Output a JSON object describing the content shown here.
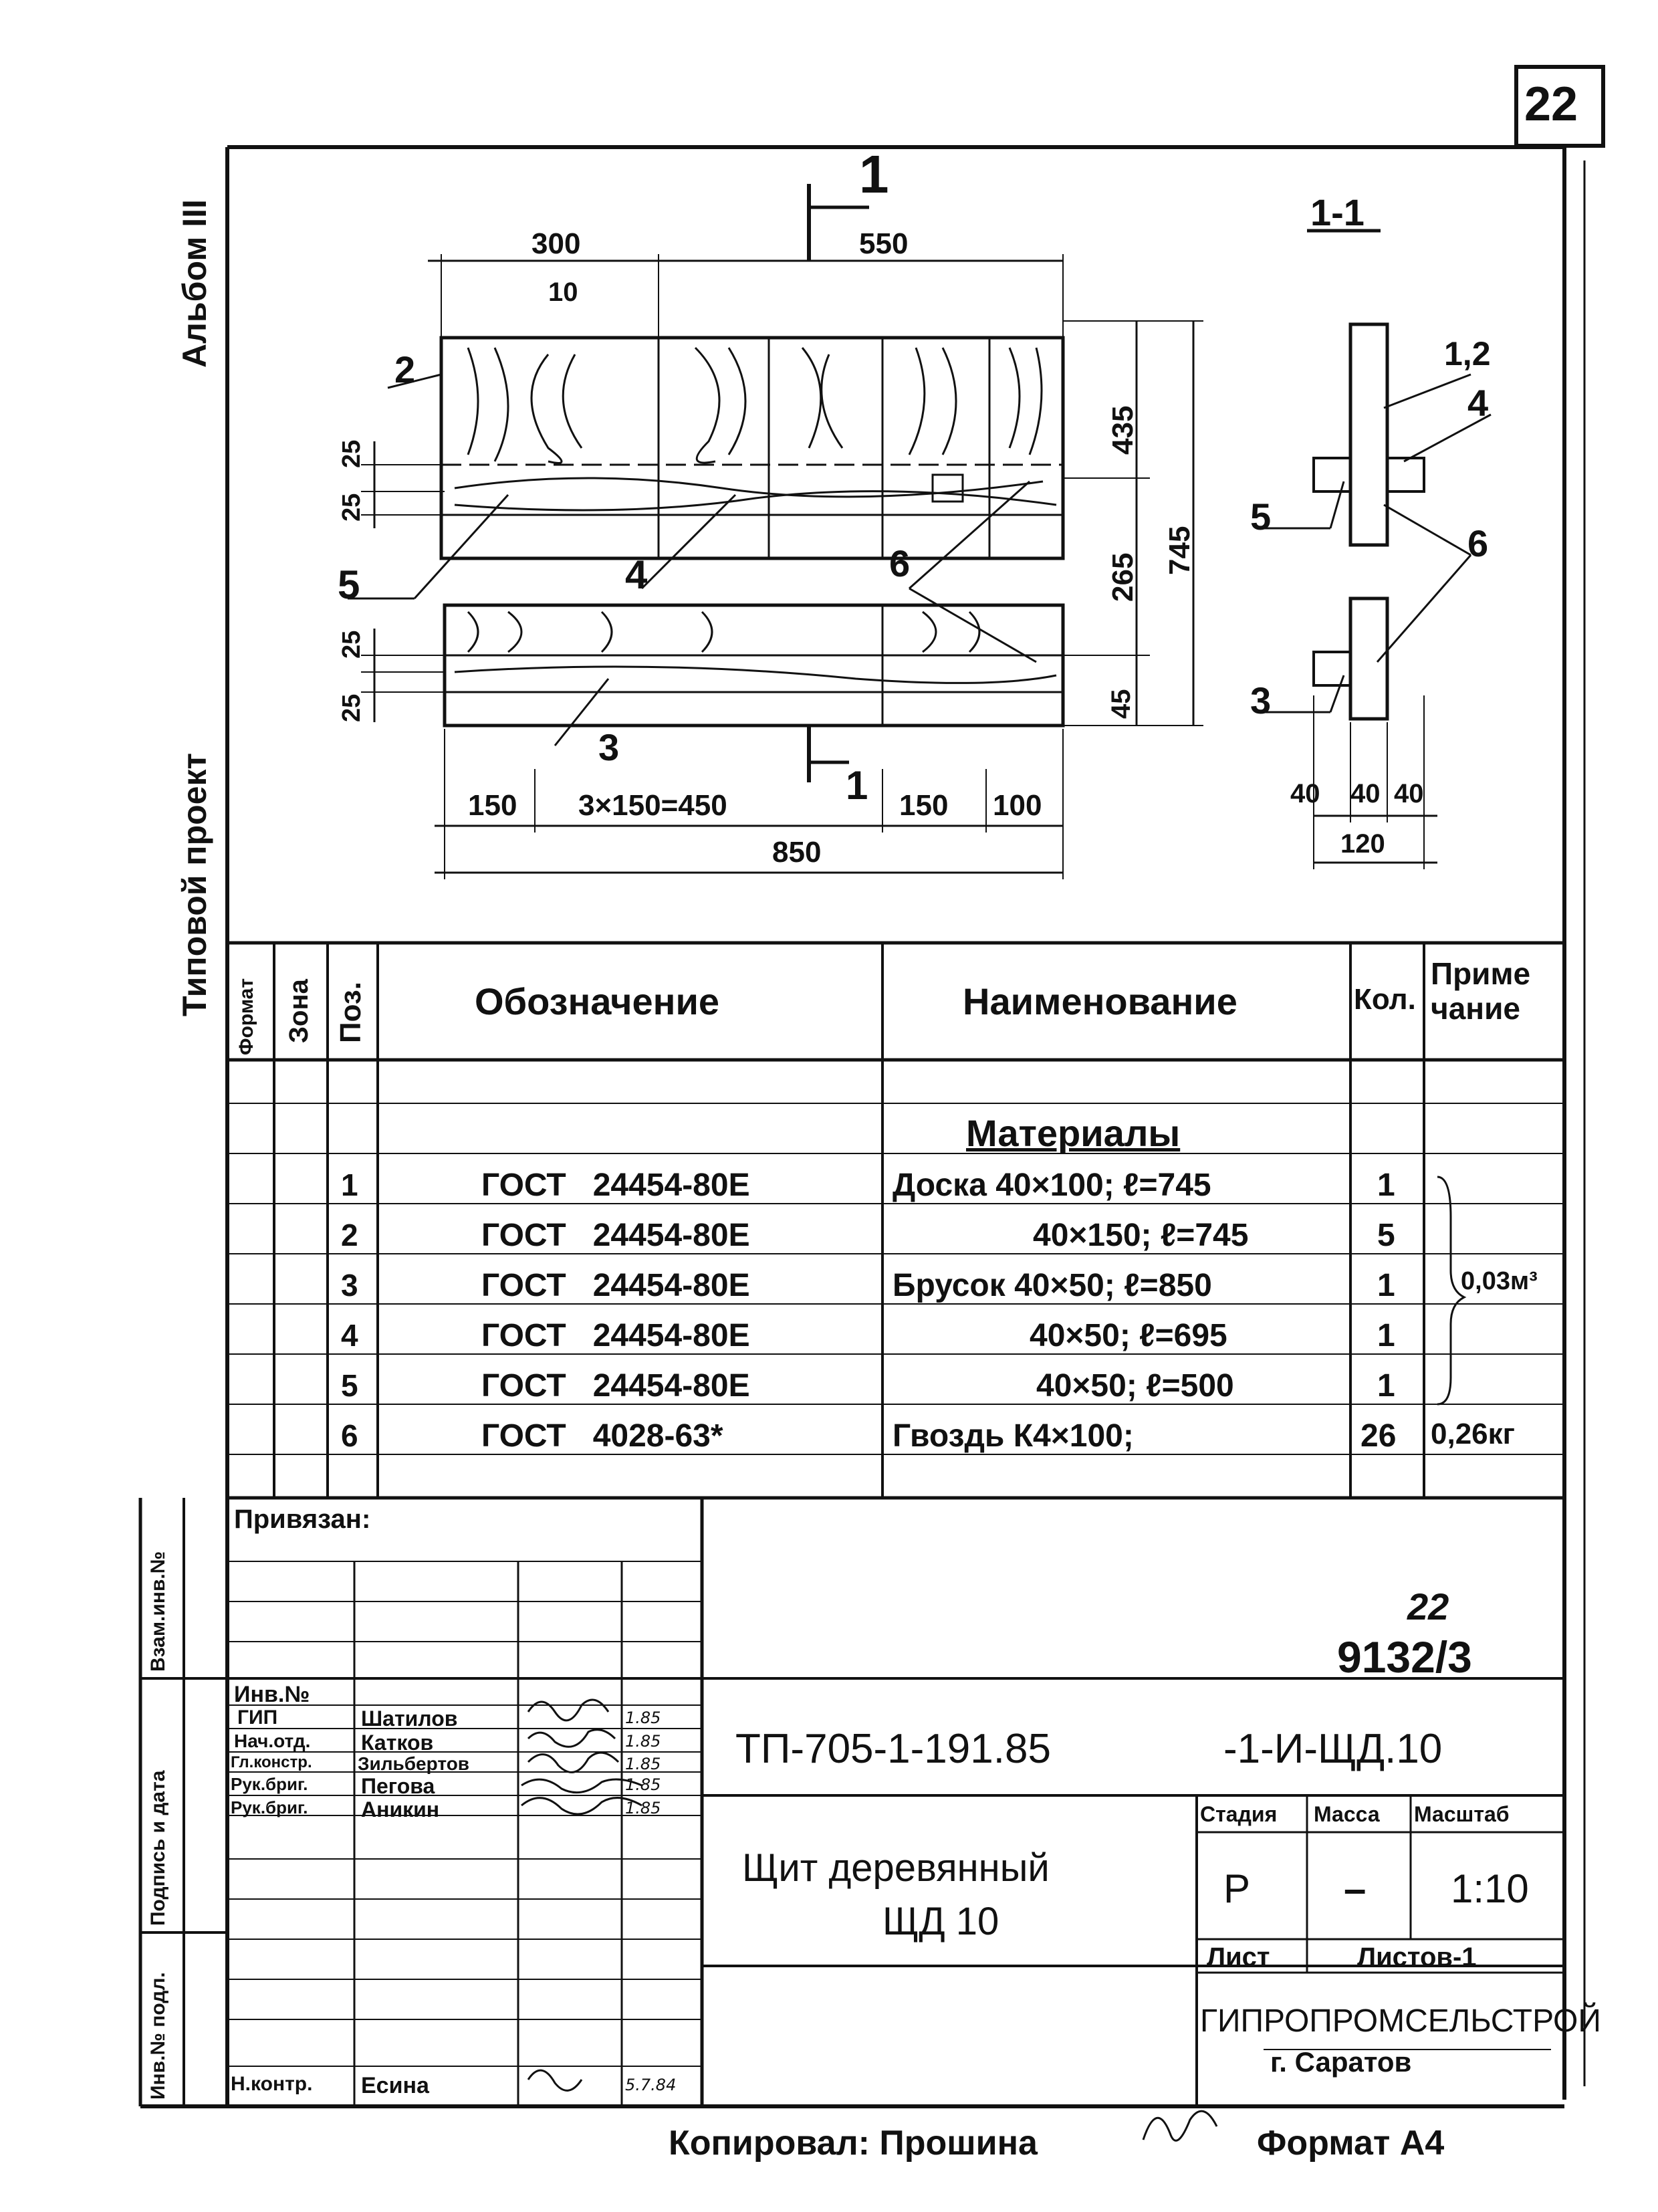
{
  "sheet_no": "22",
  "side": {
    "album": "Альбом III",
    "project": "Типовой проект"
  },
  "drawing": {
    "section_title": "1-1",
    "cut_label_top": "1",
    "cut_label_bottom": "1",
    "dims": {
      "d300": "300",
      "d10": "10",
      "d550": "550",
      "d435": "435",
      "d265": "265",
      "d745": "745",
      "d45": "45",
      "d25a": "25",
      "d25b": "25",
      "d25c": "25",
      "d25d": "25",
      "d150a": "150",
      "d3x150": "3×150=450",
      "d150b": "150",
      "d100": "100",
      "d850": "850",
      "s40a": "40",
      "s40b": "40",
      "s40c": "40",
      "s120": "120"
    },
    "callouts": {
      "p2": "2",
      "p5": "5",
      "p4": "4",
      "p6": "6",
      "p3": "3",
      "s12": "1,2",
      "s4": "4",
      "s5": "5",
      "s6": "6",
      "s3": "3"
    }
  },
  "spec": {
    "headers": {
      "format": "Формат",
      "zone": "Зона",
      "pos": "Поз.",
      "designation": "Обозначение",
      "name": "Наименование",
      "qty": "Кол.",
      "note": "Приме чание"
    },
    "section": "Материалы",
    "rows": [
      {
        "pos": "1",
        "designation": "ГОСТ   24454-80Е",
        "name": "Доска 40×100; ℓ=745",
        "qty": "1",
        "note": ""
      },
      {
        "pos": "2",
        "designation": "ГОСТ   24454-80Е",
        "name": "40×150; ℓ=745",
        "qty": "5",
        "note": ""
      },
      {
        "pos": "3",
        "designation": "ГОСТ   24454-80Е",
        "name": "Брусок 40×50; ℓ=850",
        "qty": "1",
        "note": "0,03м³"
      },
      {
        "pos": "4",
        "designation": "ГОСТ   24454-80Е",
        "name": "40×50; ℓ=695",
        "qty": "1",
        "note": ""
      },
      {
        "pos": "5",
        "designation": "ГОСТ   24454-80Е",
        "name": "40×50; ℓ=500",
        "qty": "1",
        "note": ""
      },
      {
        "pos": "6",
        "designation": "ГОСТ   4028-63*",
        "name": "Гвоздь К4×100;",
        "qty": "26",
        "note": "0,26кг"
      }
    ]
  },
  "title_block": {
    "bound": "Привязан:",
    "inv": "Инв.№",
    "archive_top": "22",
    "archive_num": "9132/3",
    "code_left": "ТП-705-1-191.85",
    "code_right": "-1-И-ЩД.10",
    "title_line1": "Щит деревянный",
    "title_line2": "ЩД 10",
    "stage_h": "Стадия",
    "mass_h": "Масса",
    "scale_h": "Масштаб",
    "stage": "Р",
    "mass": "–",
    "scale": "1:10",
    "sheet_h": "Лист",
    "sheets_h": "Листов-1",
    "org": "ГИПРОПРОМСЕЛЬСТРОЙ",
    "city": "г. Саратов",
    "people": [
      {
        "role": "ГИП",
        "name": "Шатилов",
        "date": "1.85"
      },
      {
        "role": "Нач.отд.",
        "name": "Катков",
        "date": "1.85"
      },
      {
        "role": "Гл.констр.",
        "name": "Зильбертов",
        "date": "1.85"
      },
      {
        "role": "Рук.бриг.",
        "name": "Пегова",
        "date": "1.85"
      },
      {
        "role": "Рук.бриг.",
        "name": "Аникин",
        "date": "1.85"
      },
      {
        "role": "Н.контр.",
        "name": "Есина",
        "date": "5.7.84"
      }
    ],
    "stamp_side": {
      "vz": "Взам.инв.№",
      "sign": "Подпись и дата",
      "orig": "Инв.№ подл."
    }
  },
  "footer": {
    "copied": "Копировал: Прошина",
    "format": "Формат А4"
  }
}
